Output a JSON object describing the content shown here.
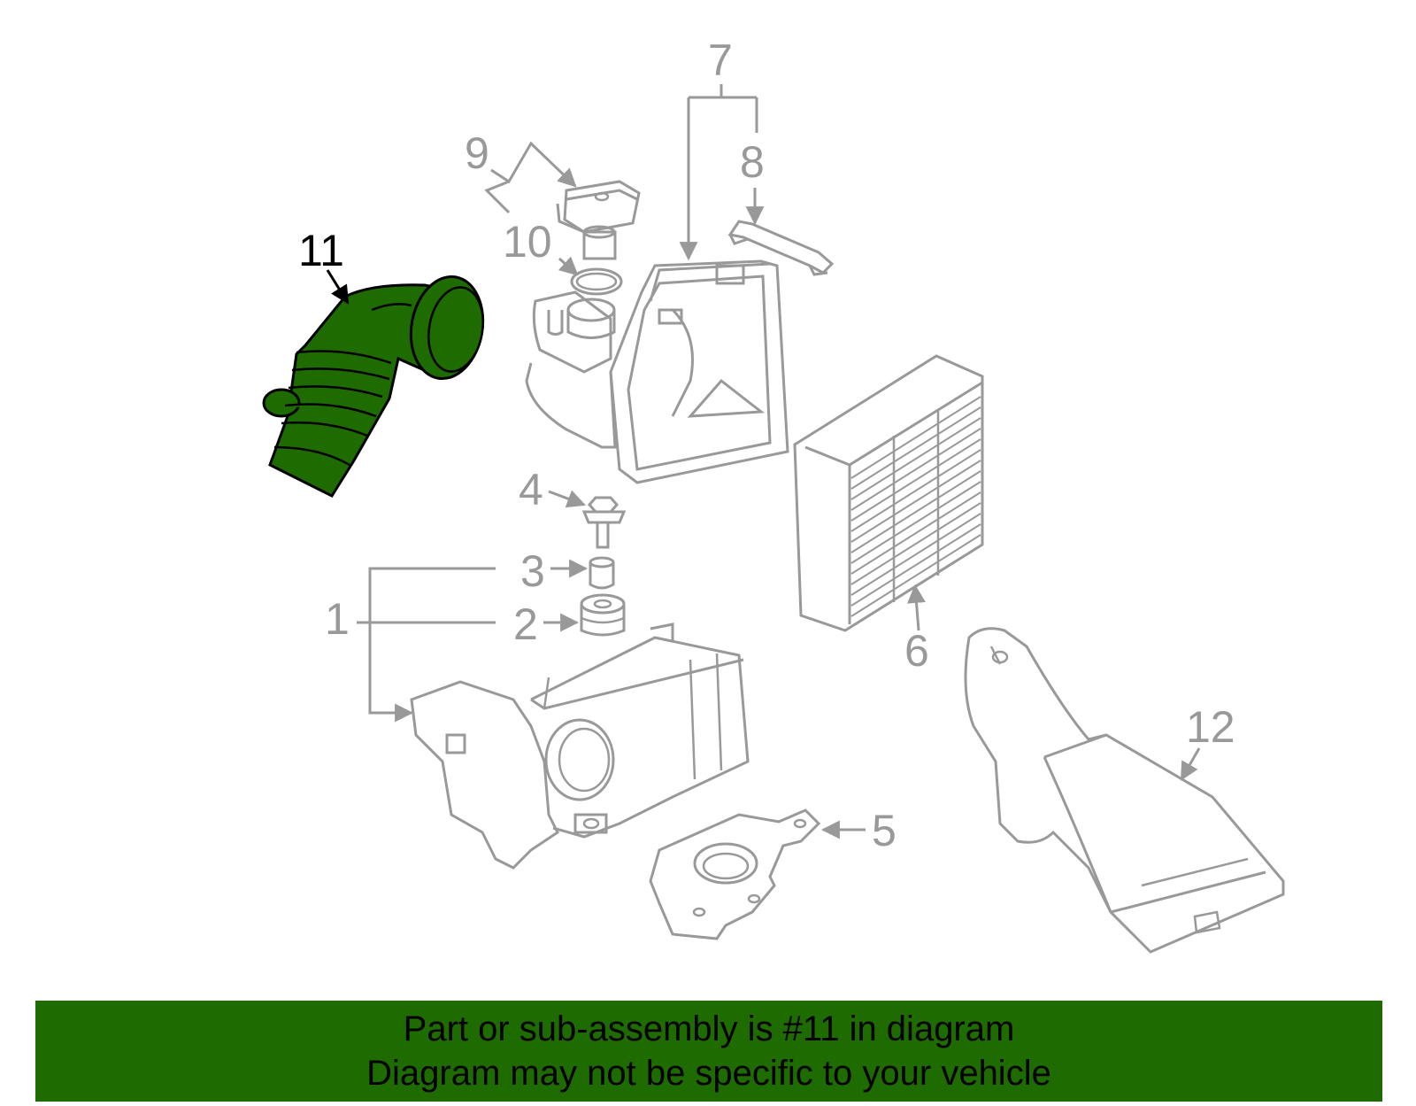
{
  "colors": {
    "gray": "#999999",
    "highlight_fill": "#1e6b00",
    "highlight_stroke": "#000000",
    "banner_bg": "#1e6b00",
    "banner_text": "#000000"
  },
  "callouts": {
    "c1": "1",
    "c2": "2",
    "c3": "3",
    "c4": "4",
    "c5": "5",
    "c6": "6",
    "c7": "7",
    "c8": "8",
    "c9": "9",
    "c10": "10",
    "c11": "11",
    "c12": "12"
  },
  "banner": {
    "line1": "Part or sub-assembly is #11 in diagram",
    "line2": "Diagram may not be specific to your vehicle"
  }
}
